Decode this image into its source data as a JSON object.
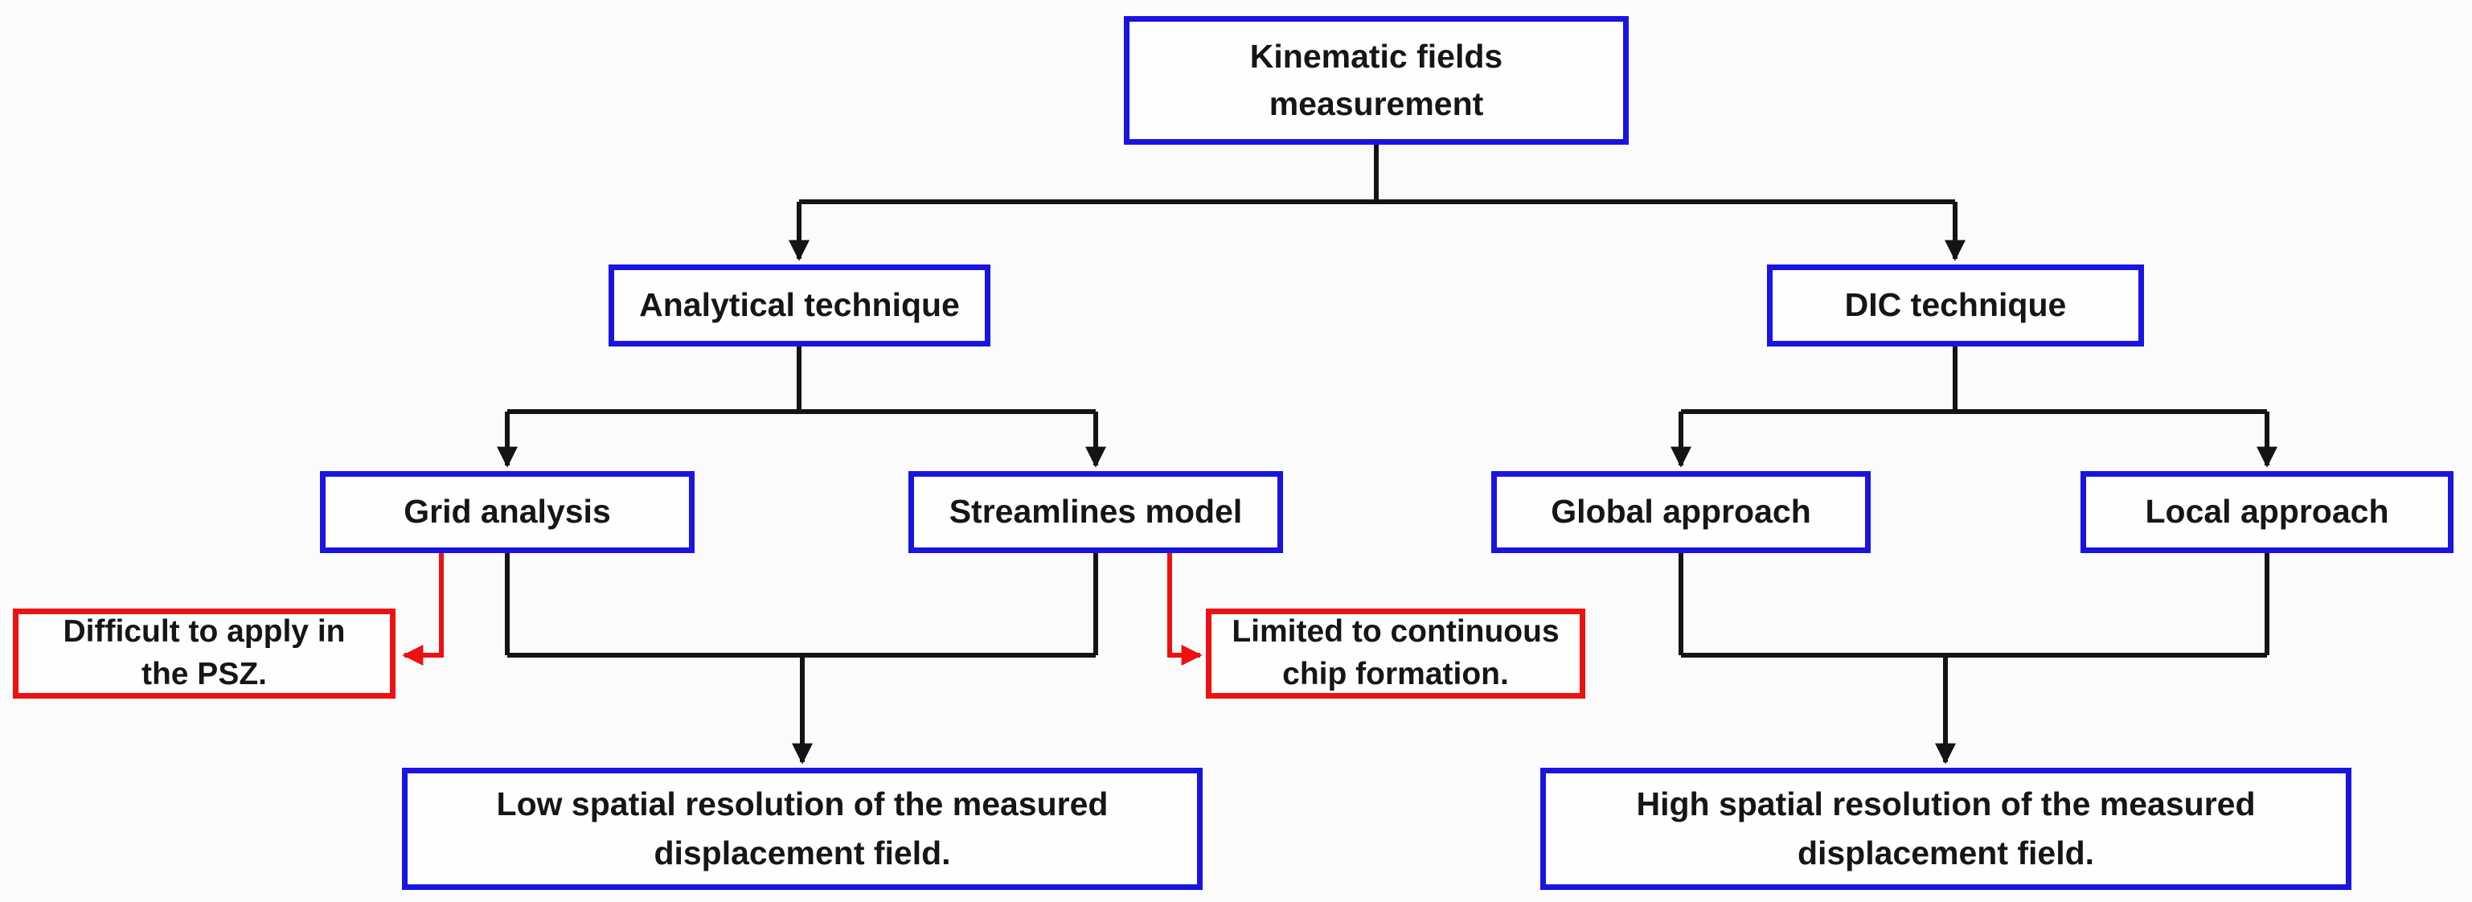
{
  "diagram": {
    "title": "Kinematic fields measurement flowchart",
    "colors": {
      "box_border_blue": "#1a14e0",
      "warning_border_red": "#ee1111",
      "connector_black": "#141414",
      "text": "#161616",
      "background": "#fbfbfb"
    },
    "nodes": {
      "root": {
        "label": "Kinematic fields\nmeasurement"
      },
      "analytical": {
        "label": "Analytical technique"
      },
      "dic": {
        "label": "DIC technique"
      },
      "grid": {
        "label": "Grid analysis"
      },
      "streamlines": {
        "label": "Streamlines model"
      },
      "global": {
        "label": "Global approach"
      },
      "local": {
        "label": "Local approach"
      },
      "grid_limitation": {
        "label": "Difficult to apply in\nthe PSZ."
      },
      "streamlines_limitation": {
        "label": "Limited to continuous\nchip formation."
      },
      "analytical_outcome": {
        "label": "Low spatial resolution of the measured\ndisplacement field."
      },
      "dic_outcome": {
        "label": "High spatial resolution of the measured\ndisplacement field."
      }
    },
    "edges": [
      {
        "from": "root",
        "to": "analytical",
        "color": "black"
      },
      {
        "from": "root",
        "to": "dic",
        "color": "black"
      },
      {
        "from": "analytical",
        "to": "grid",
        "color": "black"
      },
      {
        "from": "analytical",
        "to": "streamlines",
        "color": "black"
      },
      {
        "from": "dic",
        "to": "global",
        "color": "black"
      },
      {
        "from": "dic",
        "to": "local",
        "color": "black"
      },
      {
        "from": "grid",
        "to": "grid_limitation",
        "color": "red"
      },
      {
        "from": "streamlines",
        "to": "streamlines_limitation",
        "color": "red"
      },
      {
        "from": "grid",
        "to": "analytical_outcome",
        "color": "black"
      },
      {
        "from": "streamlines",
        "to": "analytical_outcome",
        "color": "black"
      },
      {
        "from": "global",
        "to": "dic_outcome",
        "color": "black"
      },
      {
        "from": "local",
        "to": "dic_outcome",
        "color": "black"
      }
    ]
  }
}
